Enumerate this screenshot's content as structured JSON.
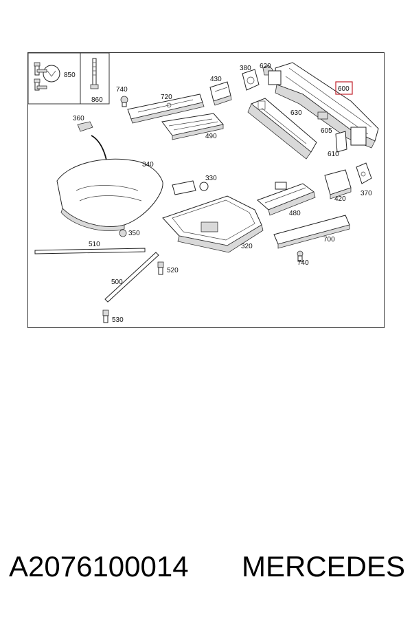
{
  "diagram": {
    "highlight_color": "#c0202a",
    "line_color": "#222222",
    "callouts": {
      "c850": "850",
      "c860": "860",
      "c740a": "740",
      "c720": "720",
      "c430": "430",
      "c380": "380",
      "c620": "620",
      "c600": "600",
      "c630": "630",
      "c605": "605",
      "c610": "610",
      "c490": "490",
      "c360": "360",
      "c340": "340",
      "c330": "330",
      "c420": "420",
      "c370": "370",
      "c480": "480",
      "c350": "350",
      "c510": "510",
      "c320": "320",
      "c700": "700",
      "c740b": "740",
      "c520": "520",
      "c500": "500",
      "c530": "530"
    }
  },
  "footer": {
    "part_number": "A2076100014",
    "brand": "MERCEDES"
  }
}
